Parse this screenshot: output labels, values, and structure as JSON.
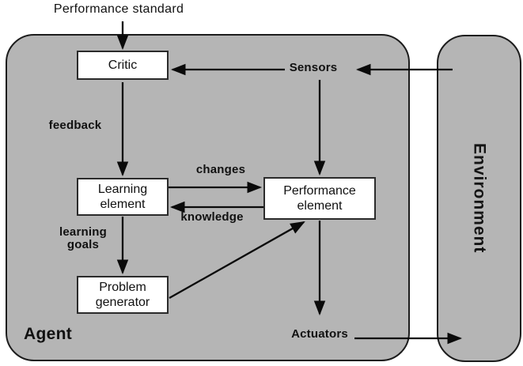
{
  "diagram": {
    "outside": {
      "performance_standard": "Performance standard"
    },
    "agent": {
      "label": "Agent",
      "nodes": {
        "critic": "Critic",
        "learning_element": "Learning element",
        "performance_element": "Performance element",
        "problem_generator": "Problem generator"
      },
      "labels": {
        "feedback": "feedback",
        "changes": "changes",
        "knowledge": "knowledge",
        "learning_goals": "learning goals",
        "sensors": "Sensors",
        "actuators": "Actuators"
      }
    },
    "environment": {
      "label": "Environment"
    },
    "edges": [
      {
        "from": "Performance standard",
        "to": "Critic",
        "label": ""
      },
      {
        "from": "Environment",
        "to": "Sensors",
        "label": ""
      },
      {
        "from": "Sensors",
        "to": "Critic",
        "label": ""
      },
      {
        "from": "Critic",
        "to": "Learning element",
        "label": "feedback"
      },
      {
        "from": "Sensors",
        "to": "Performance element",
        "label": ""
      },
      {
        "from": "Learning element",
        "to": "Performance element",
        "label": "changes"
      },
      {
        "from": "Performance element",
        "to": "Learning element",
        "label": "knowledge"
      },
      {
        "from": "Learning element",
        "to": "Problem generator",
        "label": "learning goals"
      },
      {
        "from": "Problem generator",
        "to": "Performance element",
        "label": ""
      },
      {
        "from": "Performance element",
        "to": "Actuators",
        "label": ""
      },
      {
        "from": "Actuators",
        "to": "Environment",
        "label": ""
      }
    ],
    "colors": {
      "page_background": "#ffffff",
      "container_fill": "#b5b5b5",
      "container_border": "#1c1c1c",
      "node_fill": "#ffffff",
      "node_border": "#2b2b2b",
      "arrow": "#0a0a0a",
      "text": "#111111"
    }
  }
}
